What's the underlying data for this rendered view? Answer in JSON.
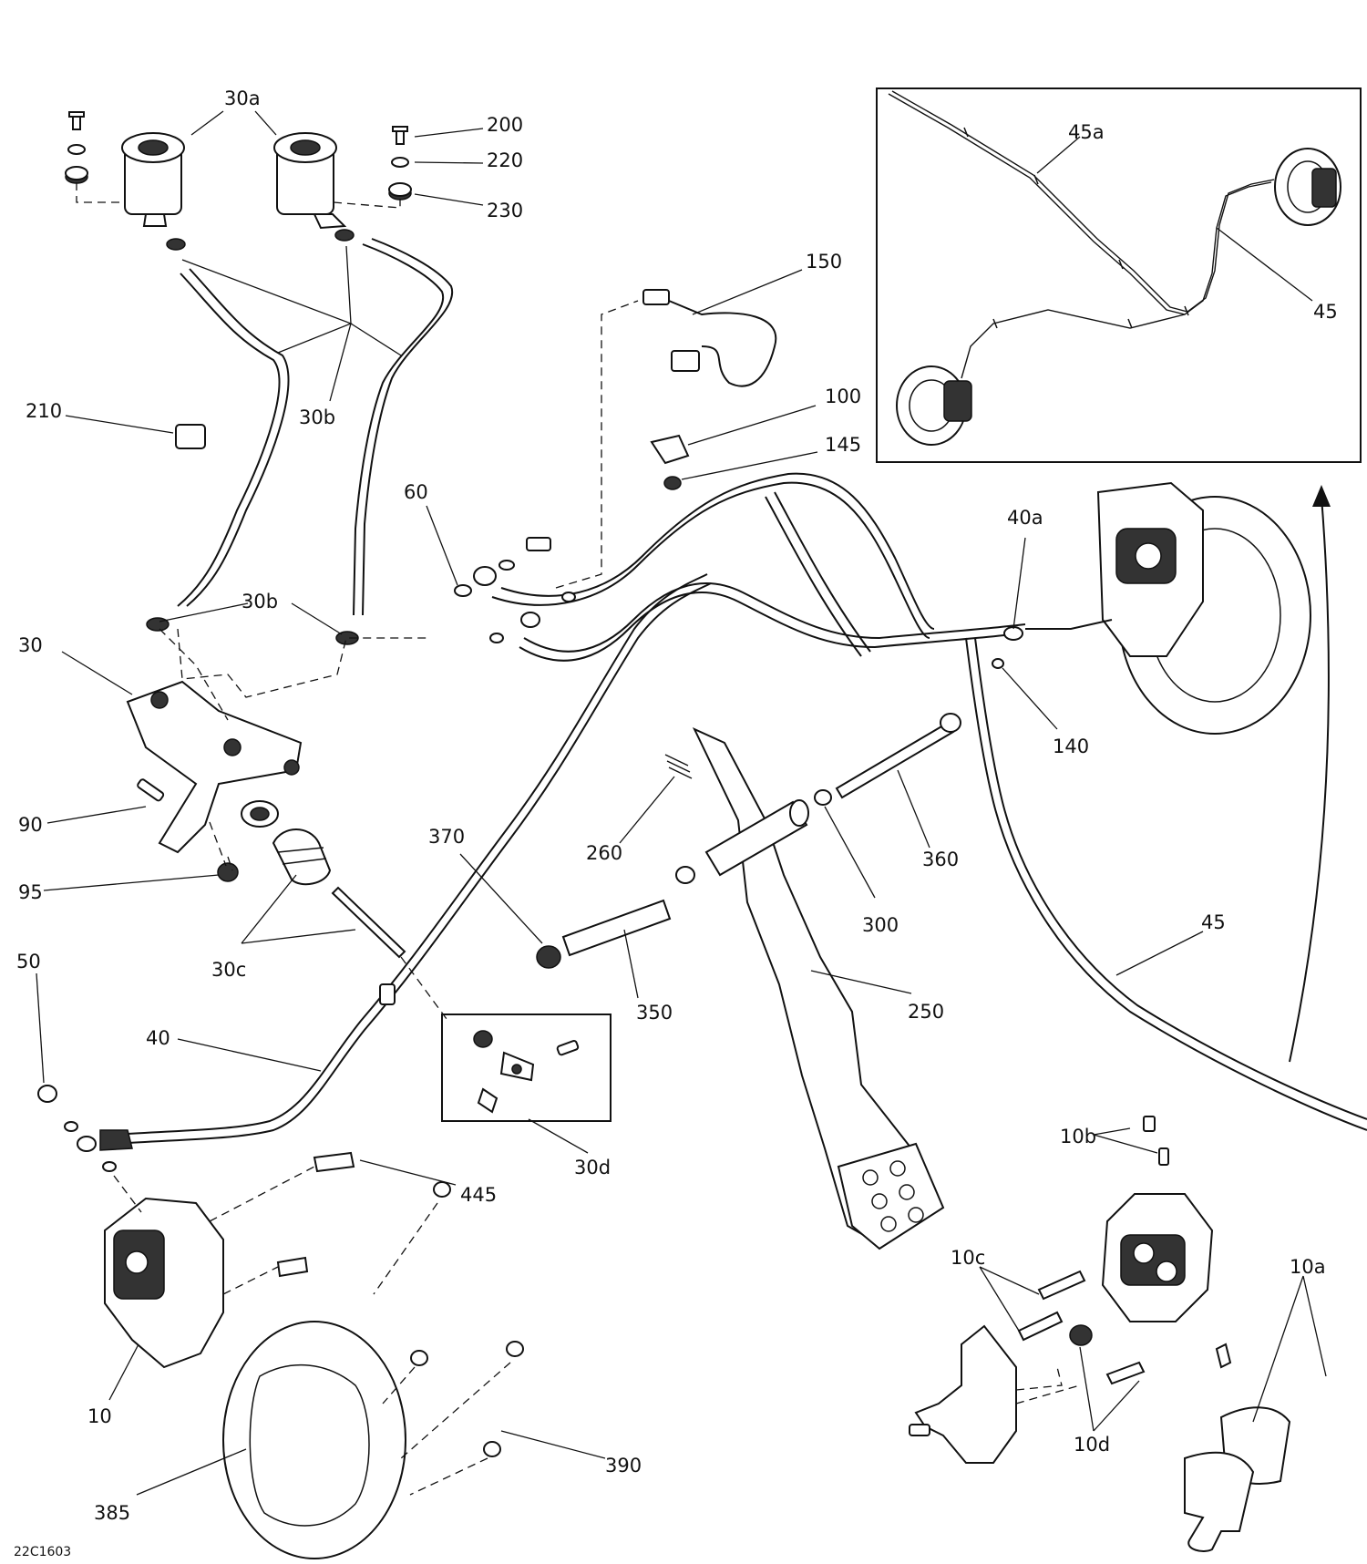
{
  "diagram_code": "22C1603",
  "labels": {
    "l_30a": "30a",
    "l_200": "200",
    "l_220": "220",
    "l_230": "230",
    "l_150": "150",
    "l_45a": "45a",
    "l_45_inset": "45",
    "l_210": "210",
    "l_30b_upper": "30b",
    "l_100": "100",
    "l_145": "145",
    "l_60": "60",
    "l_30b_lower": "30b",
    "l_40a": "40a",
    "l_30": "30",
    "l_140": "140",
    "l_90": "90",
    "l_370": "370",
    "l_260": "260",
    "l_360": "360",
    "l_95": "95",
    "l_300": "300",
    "l_45_main": "45",
    "l_30c": "30c",
    "l_50": "50",
    "l_350": "350",
    "l_250": "250",
    "l_40": "40",
    "l_10b": "10b",
    "l_30d": "30d",
    "l_445": "445",
    "l_10c": "10c",
    "l_10a": "10a",
    "l_10": "10",
    "l_390": "390",
    "l_10d": "10d",
    "l_385": "385"
  }
}
